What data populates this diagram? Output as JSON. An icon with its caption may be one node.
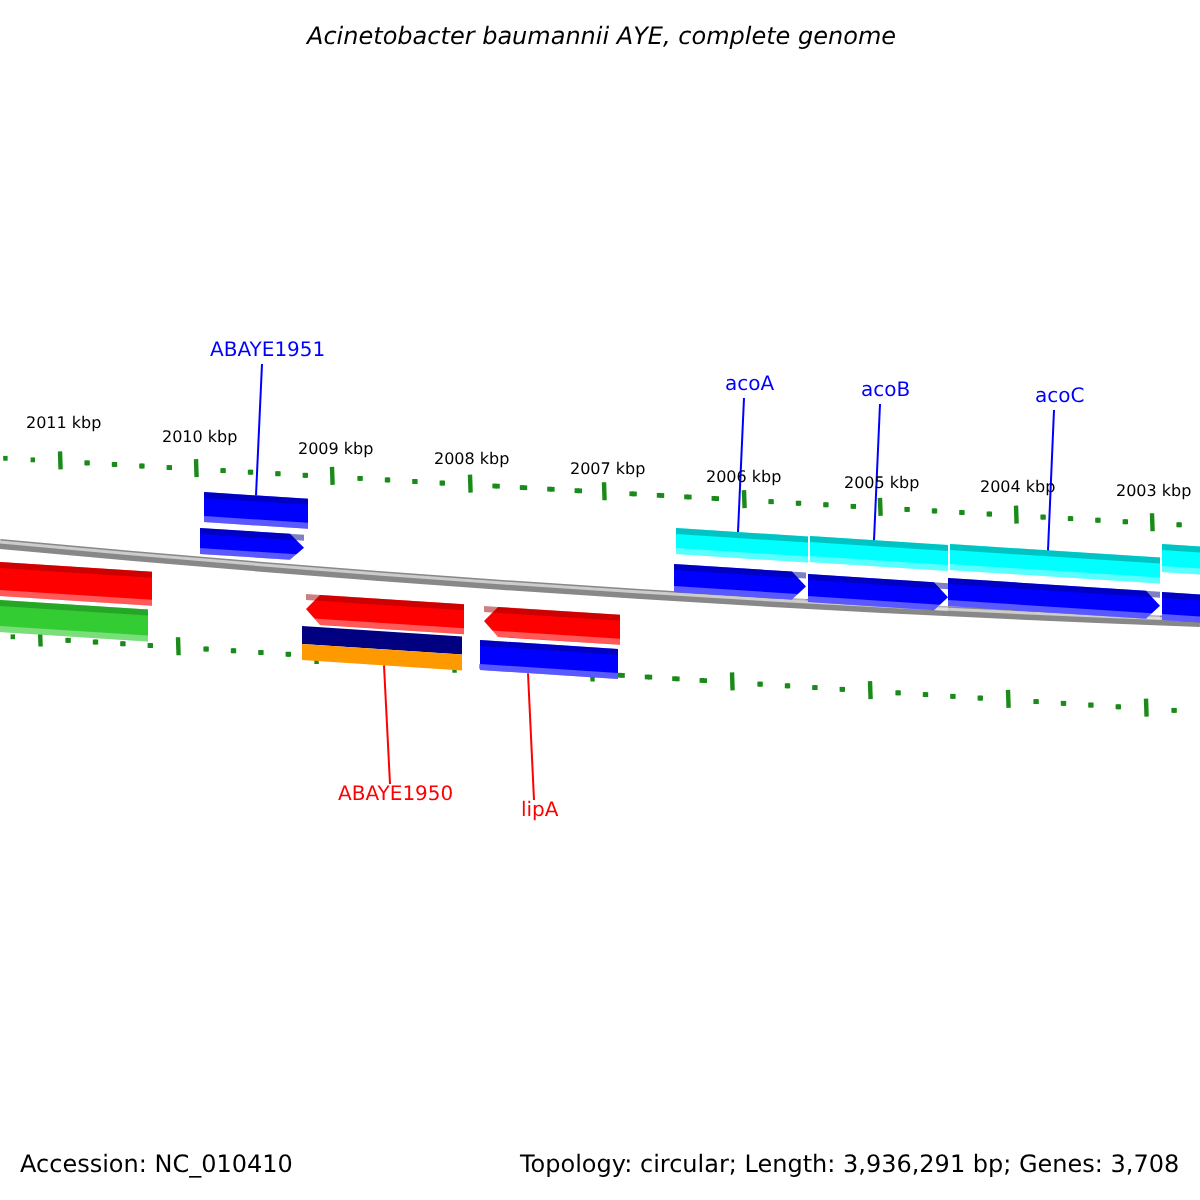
{
  "diagram": {
    "title": "Acinetobacter baumannii AYE, complete genome",
    "nodes": [
      {
        "text": [
          "ABAYE1951"
        ]
      },
      {
        "text": [
          "acoA"
        ]
      },
      {
        "text": [
          "acoB"
        ]
      },
      {
        "text": [
          "acoC"
        ]
      },
      {
        "text": [],
        "shape": "bar"
      },
      {
        "text": [],
        "shape": "bar"
      },
      {
        "text": [],
        "shape": "bar"
      },
      {
        "text": [],
        "shape": "bar"
      },
      {
        "text": [],
        "shape": "bar"
      },
      {
        "text": [],
        "shape": "bar"
      },
      {
        "text": [
          "ABAYE1950"
        ]
      },
      {
        "text": [
          "lipA"
        ]
      },
      {
        "text": [],
        "shape": "bar"
      },
      {
        "text": [],
        "shape": "bar"
      },
      {
        "text": [],
        "shape": "bar"
      },
      {
        "text": [],
        "shape": "bar"
      },
      {
        "text": [],
        "shape": "bar"
      },
      {
        "text": [],
        "shape": "bar"
      },
      {
        "text": [],
        "shape": "bar"
      },
      {
        "text": [],
        "shape": "bar"
      },
      {
        "text": [],
        "shape": "bar"
      },
      {
        "text": [],
        "shape": "bar"
      }
    ],
    "edges": [
      {
        "from": 0,
        "to": 4,
        "arrow": "none"
      },
      {
        "from": 1,
        "to": 5,
        "arrow": "none"
      },
      {
        "from": 2,
        "to": 6,
        "arrow": "none"
      },
      {
        "from": 3,
        "to": 7,
        "arrow": "none"
      },
      {
        "from": 10,
        "to": 8,
        "arrow": "none",
        "color": "#ff0000"
      },
      {
        "from": 11,
        "to": 9,
        "arrow": "none",
        "color": "#ff0000"
      }
    ],
    "labels": [
      "2011 kbp",
      "2010 kbp",
      "2009 kbp",
      "2008 kbp",
      "2007 kbp",
      "2006 kbp",
      "2005 kbp",
      "2004 kbp",
      "2003 kbp",
      "Accession: NC_010410",
      "Topology: circular; Length: 3,936,291 bp; Genes: 3,708"
    ]
  }
}
